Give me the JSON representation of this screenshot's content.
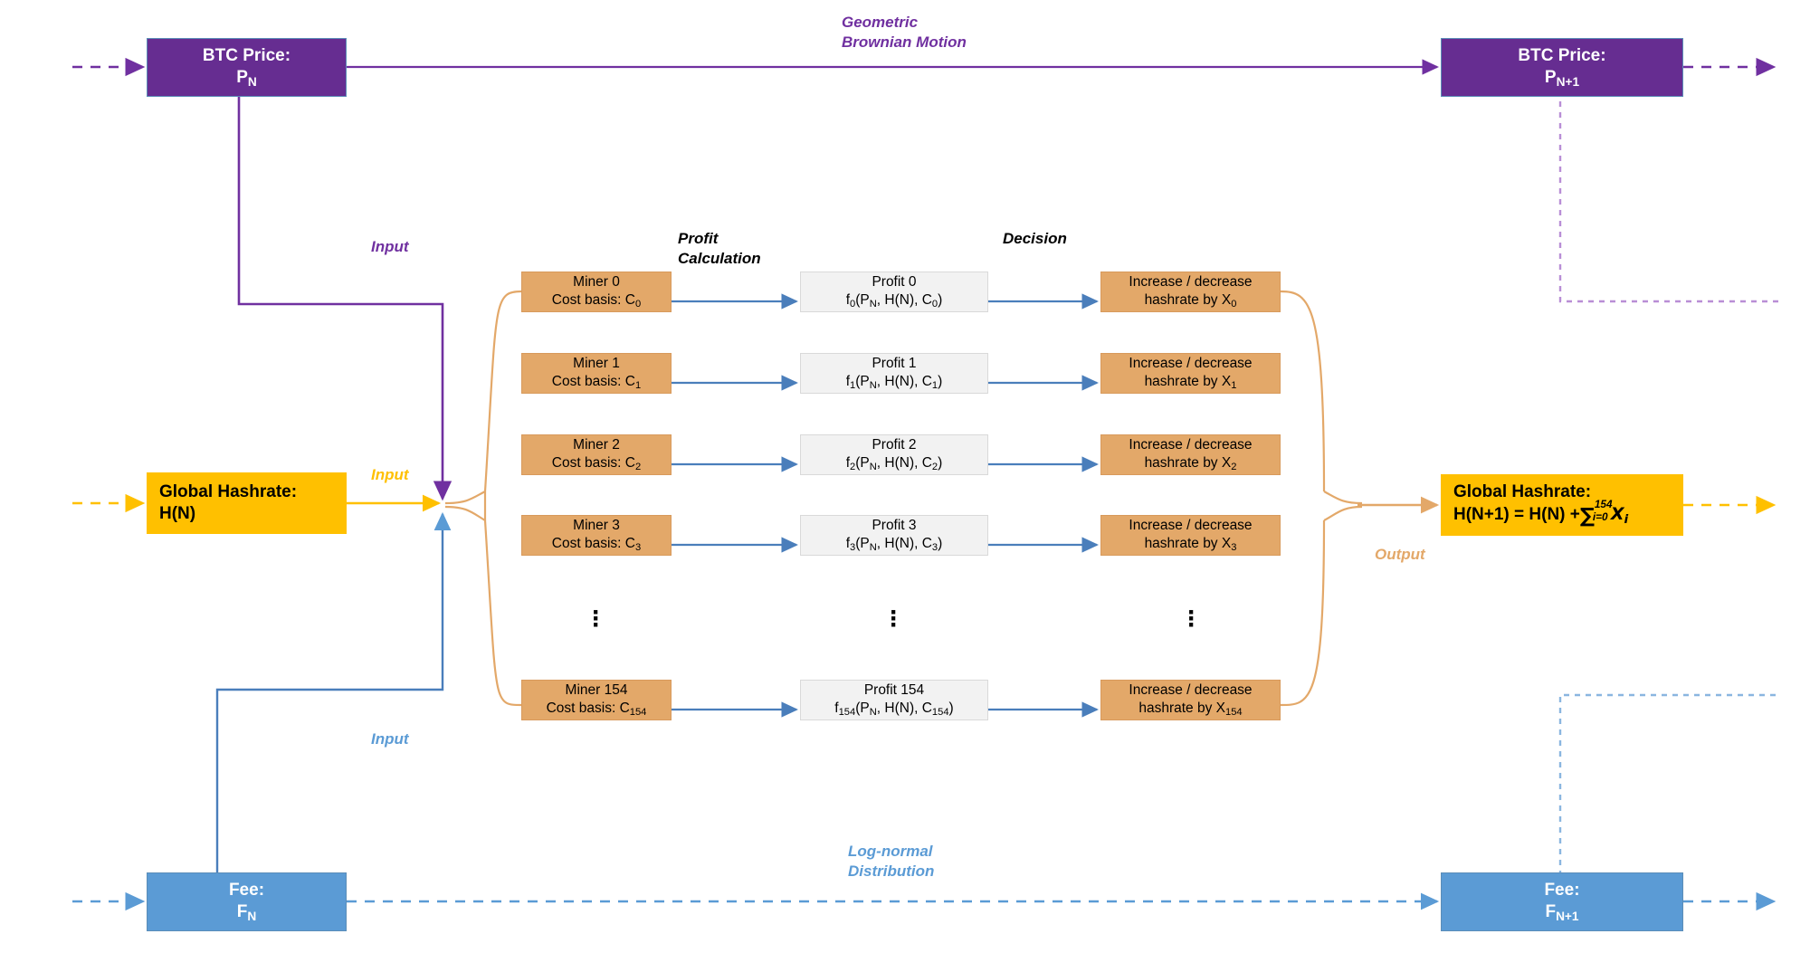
{
  "diagram": {
    "title": "Bitcoin miner hashrate simulation loop",
    "colors": {
      "purple": "#662d91",
      "purple_label": "#7030a0",
      "gold": "#ffc000",
      "blue": "#5b9bd5",
      "orange": "#e3a869",
      "profit_gray": "#f2f2f2"
    }
  },
  "top": {
    "price_in": {
      "line1": "BTC Price:",
      "line2_base": "P",
      "line2_sub": "N"
    },
    "price_out": {
      "line1": "BTC Price:",
      "line2_base": "P",
      "line2_sub": "N+1"
    },
    "process_label": "Geometric\nBrownian Motion"
  },
  "bottom": {
    "fee_in": {
      "line1": "Fee:",
      "line2_base": "F",
      "line2_sub": "N"
    },
    "fee_out": {
      "line1": "Fee:",
      "line2_base": "F",
      "line2_sub": "N+1"
    },
    "process_label": "Log-normal\nDistribution"
  },
  "hashrate": {
    "in": {
      "line1": "Global Hashrate:",
      "line2": "H(N)"
    },
    "out": {
      "line1": "Global Hashrate:",
      "line2_prefix": "H(N+1) = H(N) +",
      "sum_symbol": "∑",
      "sum_upper": "154",
      "sum_lower": "i=0",
      "sum_term_base": "X",
      "sum_term_sub": "i"
    }
  },
  "labels": {
    "input_price": "Input",
    "input_hashrate": "Input",
    "input_fee": "Input",
    "output": "Output",
    "profit_calculation": "Profit\nCalculation",
    "decision": "Decision",
    "ellipsis": "⋮"
  },
  "rows": [
    {
      "miner": {
        "line1": "Miner 0",
        "line2_prefix": "Cost basis: C",
        "line2_sub": "0"
      },
      "profit": {
        "line1": "Profit 0",
        "fn_base": "f",
        "fn_sub": "0",
        "fn_args": "(P",
        "fn_args_sub": "N",
        "fn_args_tail": ", H(N), C",
        "fn_args_sub2": "0",
        "fn_close": ")"
      },
      "decision": {
        "line1": "Increase / decrease",
        "line2_prefix": "hashrate by X",
        "line2_sub": "0"
      }
    },
    {
      "miner": {
        "line1": "Miner 1",
        "line2_prefix": "Cost basis: C",
        "line2_sub": "1"
      },
      "profit": {
        "line1": "Profit 1",
        "fn_base": "f",
        "fn_sub": "1",
        "fn_args": "(P",
        "fn_args_sub": "N",
        "fn_args_tail": ", H(N), C",
        "fn_args_sub2": "1",
        "fn_close": ")"
      },
      "decision": {
        "line1": "Increase / decrease",
        "line2_prefix": "hashrate by X",
        "line2_sub": "1"
      }
    },
    {
      "miner": {
        "line1": "Miner 2",
        "line2_prefix": "Cost basis: C",
        "line2_sub": "2"
      },
      "profit": {
        "line1": "Profit 2",
        "fn_base": "f",
        "fn_sub": "2",
        "fn_args": "(P",
        "fn_args_sub": "N",
        "fn_args_tail": ", H(N), C",
        "fn_args_sub2": "2",
        "fn_close": ")"
      },
      "decision": {
        "line1": "Increase / decrease",
        "line2_prefix": "hashrate by X",
        "line2_sub": "2"
      }
    },
    {
      "miner": {
        "line1": "Miner 3",
        "line2_prefix": "Cost basis: C",
        "line2_sub": "3"
      },
      "profit": {
        "line1": "Profit 3",
        "fn_base": "f",
        "fn_sub": "3",
        "fn_args": "(P",
        "fn_args_sub": "N",
        "fn_args_tail": ", H(N), C",
        "fn_args_sub2": "3",
        "fn_close": ")"
      },
      "decision": {
        "line1": "Increase / decrease",
        "line2_prefix": "hashrate by X",
        "line2_sub": "3"
      }
    },
    {
      "miner": {
        "line1": "Miner 154",
        "line2_prefix": "Cost basis: C",
        "line2_sub": "154"
      },
      "profit": {
        "line1": "Profit 154",
        "fn_base": "f",
        "fn_sub": "154",
        "fn_args": "(P",
        "fn_args_sub": "N",
        "fn_args_tail": ", H(N), C",
        "fn_args_sub2": "154",
        "fn_close": ")"
      },
      "decision": {
        "line1": "Increase / decrease",
        "line2_prefix": "hashrate by X",
        "line2_sub": "154"
      }
    }
  ]
}
